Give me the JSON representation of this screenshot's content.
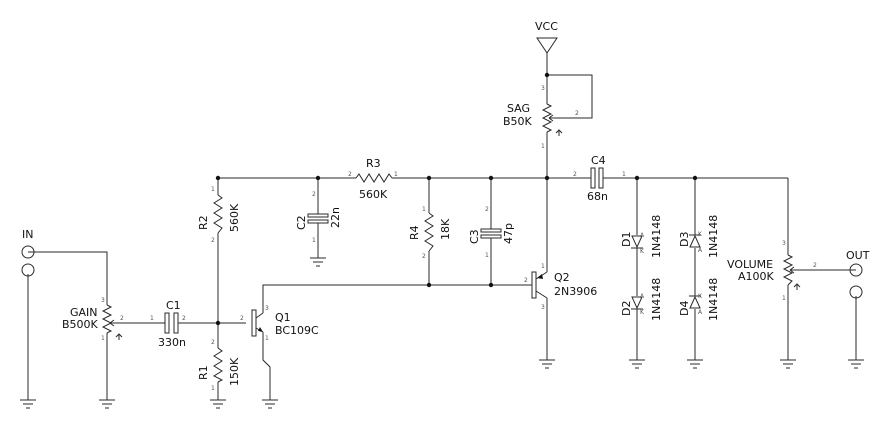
{
  "rails": {
    "vcc": "VCC"
  },
  "terminals": {
    "input": "IN",
    "output": "OUT"
  },
  "components": {
    "gain": {
      "ref": "GAIN",
      "value": "B500K"
    },
    "c1": {
      "ref": "C1",
      "value": "330n"
    },
    "r1": {
      "ref": "R1",
      "value": "150K"
    },
    "r2": {
      "ref": "R2",
      "value": "560K"
    },
    "q1": {
      "ref": "Q1",
      "value": "BC109C"
    },
    "c2": {
      "ref": "C2",
      "value": "22n"
    },
    "r3": {
      "ref": "R3",
      "value": "560K"
    },
    "r4": {
      "ref": "R4",
      "value": "18K"
    },
    "c3": {
      "ref": "C3",
      "value": "47p"
    },
    "q2": {
      "ref": "Q2",
      "value": "2N3906"
    },
    "sag": {
      "ref": "SAG",
      "value": "B50K"
    },
    "c4": {
      "ref": "C4",
      "value": "68n"
    },
    "d1": {
      "ref": "D1",
      "value": "1N4148"
    },
    "d2": {
      "ref": "D2",
      "value": "1N4148"
    },
    "d3": {
      "ref": "D3",
      "value": "1N4148"
    },
    "d4": {
      "ref": "D4",
      "value": "1N4148"
    },
    "volume": {
      "ref": "VOLUME",
      "value": "A100K"
    }
  }
}
